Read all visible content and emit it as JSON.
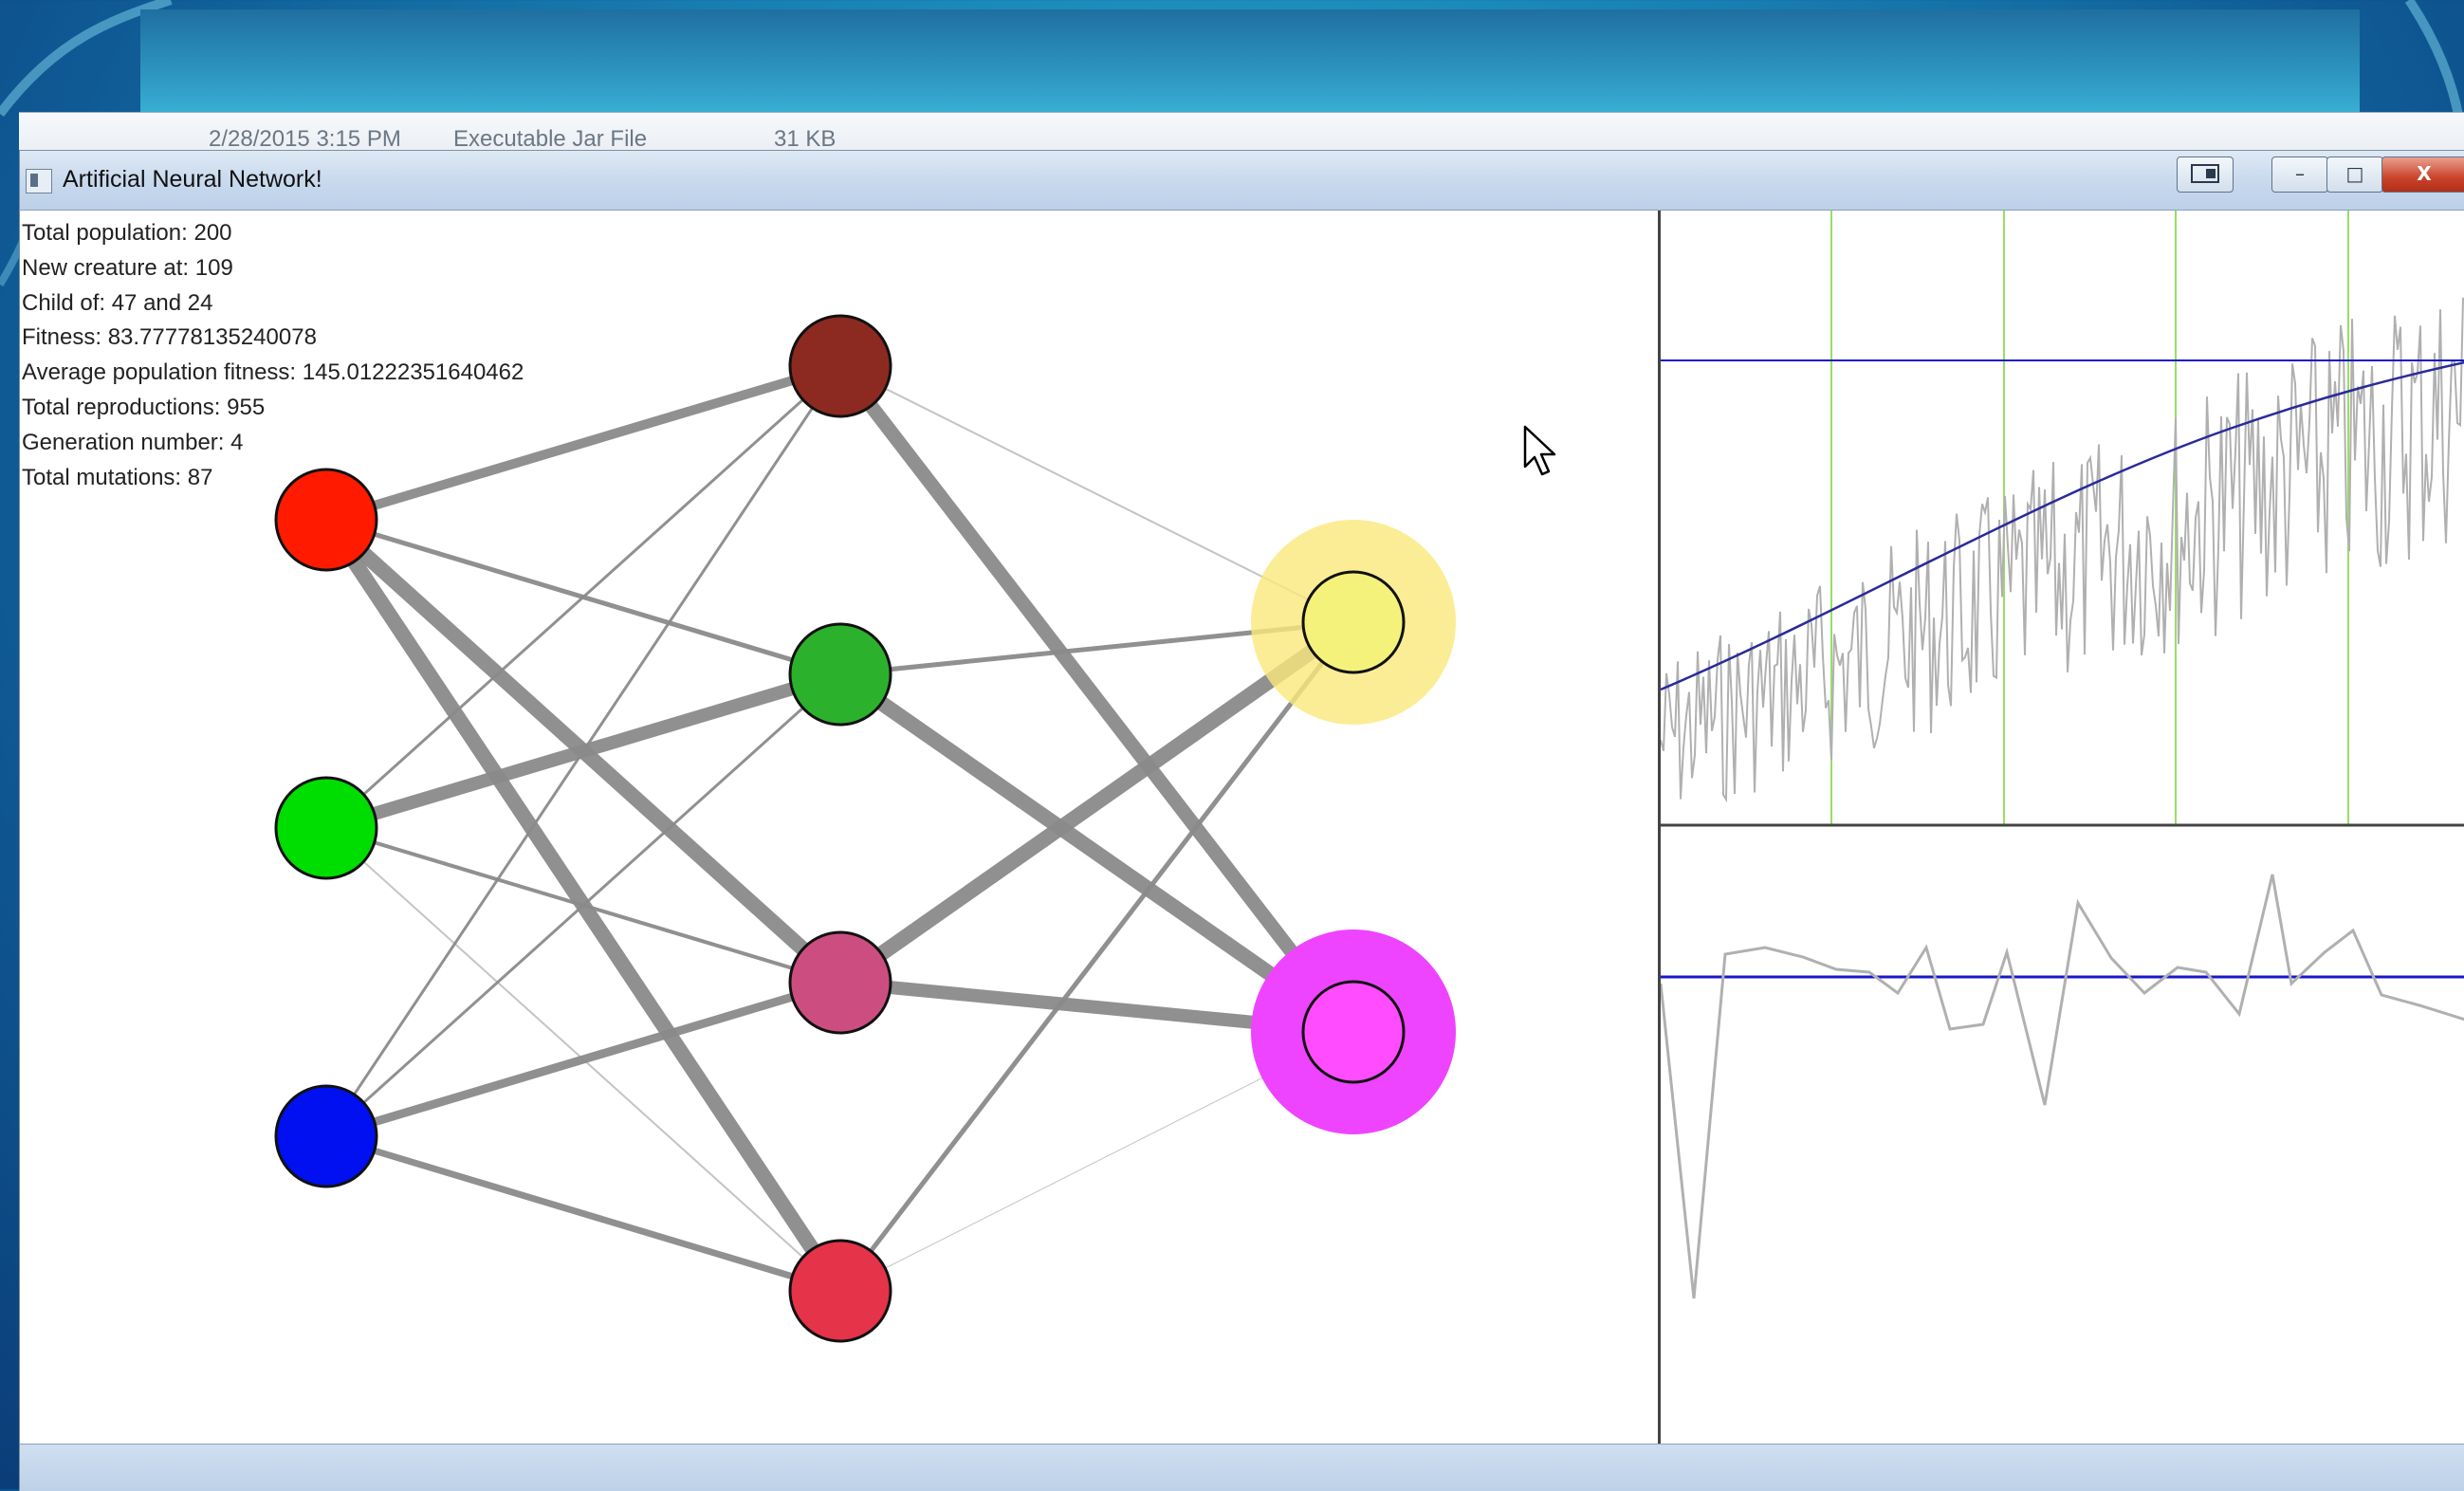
{
  "explorer": {
    "date": "2/28/2015 3:15 PM",
    "type": "Executable Jar File",
    "size": "31 KB"
  },
  "window": {
    "title": "Artificial Neural Network!",
    "minimize_glyph": "–",
    "maximize_glyph": "□",
    "close_glyph": "X"
  },
  "stats": [
    "Total population: 200",
    "New creature at: 109",
    "Child of: 47 and 24",
    "Fitness: 83.77778135240078",
    "Average population fitness: 145.01222351640462",
    "Total reproductions: 955",
    "Generation number: 4",
    "Total mutations: 87"
  ],
  "network": {
    "input_nodes": [
      {
        "id": "in-red",
        "color": "#ff1a00"
      },
      {
        "id": "in-green",
        "color": "#00dd00"
      },
      {
        "id": "in-blue",
        "color": "#0010f0"
      }
    ],
    "hidden_nodes": [
      {
        "id": "h1",
        "color": "#8c2a22"
      },
      {
        "id": "h2",
        "color": "#2cb12c"
      },
      {
        "id": "h3",
        "color": "#cc4e80"
      },
      {
        "id": "h4",
        "color": "#e5334a"
      }
    ],
    "output_nodes": [
      {
        "id": "out-yellow",
        "color": "#f4f27a",
        "glow": "#fae87a"
      },
      {
        "id": "out-magenta",
        "color": "#ff4cff",
        "glow": "#ee44ff"
      }
    ],
    "edge_color": "#8a8a8a"
  },
  "colors": {
    "fitness_line": "#b0b0b0",
    "average_line": "#2a2a9a",
    "reference_line": "#1818cc",
    "generation_marker": "#99dd66",
    "delta_line": "#b0b0b0"
  }
}
